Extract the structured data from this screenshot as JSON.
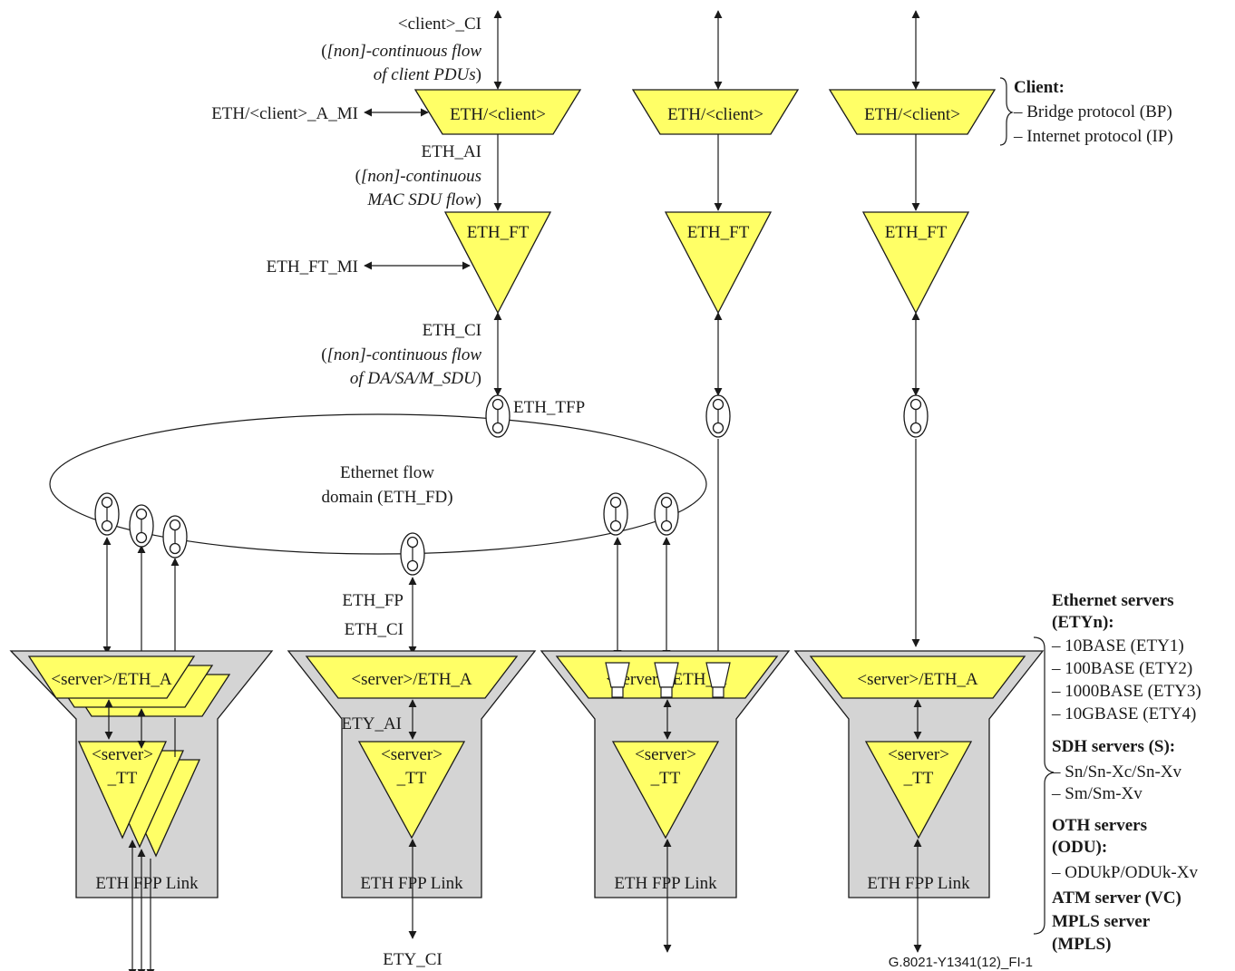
{
  "labels": {
    "client_ci": "<client>_CI",
    "client_ci_desc_1": "[non]-continuous flow",
    "client_ci_desc_2": "of client PDUs",
    "paren_open": "(",
    "paren_close": ")",
    "client_a_mi": "ETH/<client>_A_MI",
    "eth_client": "ETH/<client>",
    "eth_ai": "ETH_AI",
    "eth_ai_desc_1": "[non]-continuous",
    "eth_ai_desc_2": "MAC SDU flow",
    "eth_ft": "ETH_FT",
    "eth_ft_mi": "ETH_FT_MI",
    "eth_ci": "ETH_CI",
    "eth_ci_desc_1": "[non]-continuous flow",
    "eth_ci_desc_2": "of DA/SA/M_SDU",
    "eth_tfp": "ETH_TFP",
    "flow_domain_1": "Ethernet flow",
    "flow_domain_2": "domain (ETH_FD)",
    "eth_fp": "ETH_FP",
    "ety_ai": "ETY_AI",
    "ety_ci": "ETY_CI",
    "server_eth_a": "<server>/ETH_A",
    "server_tt_1": "<server>",
    "server_tt_2": "_TT",
    "eth_fpp_link": "ETH FPP Link",
    "figure_id": "G.8021-Y1341(12)_FI-1"
  },
  "legend": {
    "client": {
      "heading": "Client:",
      "items": [
        "– Bridge protocol (BP)",
        "– Internet protocol (IP)"
      ]
    },
    "servers": {
      "ethernet_heading_1": "Ethernet servers",
      "ethernet_heading_2": "(ETYn):",
      "ethernet_items": [
        "– 10BASE (ETY1)",
        "– 100BASE (ETY2)",
        "– 1000BASE (ETY3)",
        "– 10GBASE (ETY4)"
      ],
      "sdh_heading": "SDH servers (S):",
      "sdh_items": [
        "– Sn/Sn-Xc/Sn-Xv",
        "– Sm/Sm-Xv"
      ],
      "oth_heading_1": "OTH servers",
      "oth_heading_2": "(ODU):",
      "oth_items": [
        "– ODUkP/ODUk-Xv"
      ],
      "atm_heading": "ATM server (VC)",
      "mpls_heading_1": "MPLS server",
      "mpls_heading_2": "(MPLS)"
    }
  },
  "colors": {
    "function_fill": "#ffff66",
    "server_box_fill": "#d4d4d4",
    "line": "#1a1a1a"
  }
}
